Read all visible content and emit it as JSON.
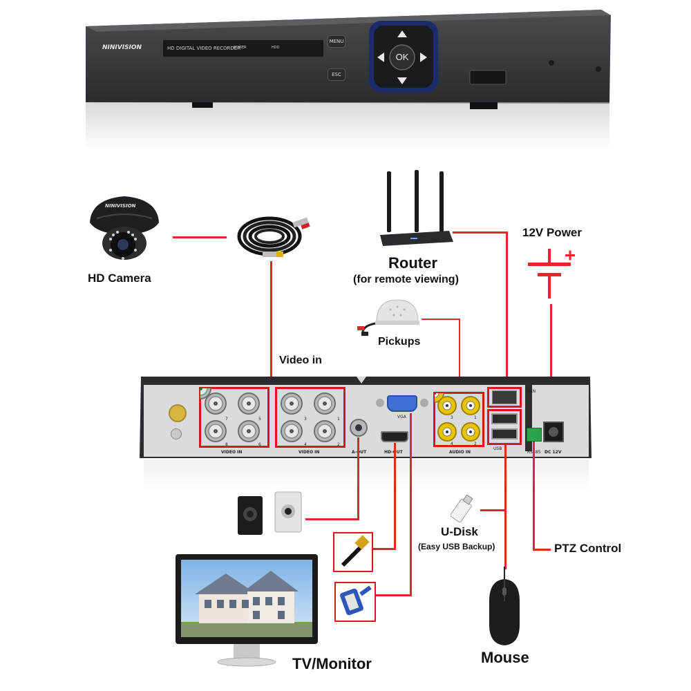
{
  "dvr_front": {
    "brand": "NINIVISION",
    "panel_text": "HD DIGITAL VIDEO RECORDER",
    "power_label": "POWER",
    "hdd_label": "HDD",
    "menu_button": "MENU",
    "esc_button": "ESC",
    "ok_button": "OK"
  },
  "labels": {
    "hd_camera": "HD Camera",
    "router": "Router",
    "router_sub": "(for remote viewing)",
    "power": "12V Power",
    "pickups": "Pickups",
    "video_in": "Video in",
    "u_disk": "U-Disk",
    "u_disk_sub": "(Easy USB Backup)",
    "ptz": "PTZ Control",
    "tv_monitor": "TV/Monitor",
    "mouse": "Mouse"
  },
  "dvr_back": {
    "video_in_label_left": "VIDEO IN",
    "video_in_label_right": "VIDEO IN",
    "aout_label": "A-OUT",
    "hdout_label": "HD-OUT",
    "vga_label": "VGA",
    "audio_in_label": "AUDIO IN",
    "lan_label": "LAN",
    "usb_label": "USB",
    "rs485_label": "RS485",
    "dc_label": "DC 12V",
    "ch_left": [
      "7",
      "5",
      "8",
      "6"
    ],
    "ch_right": [
      "3",
      "1",
      "4",
      "2"
    ],
    "audio_ch": [
      "3",
      "1",
      "4",
      "2"
    ]
  },
  "colors": {
    "wire": "#e3262a",
    "dvr_body": "#2b2c2f",
    "panel": "#d9dbde"
  },
  "camera_brand": "NINIVISION"
}
